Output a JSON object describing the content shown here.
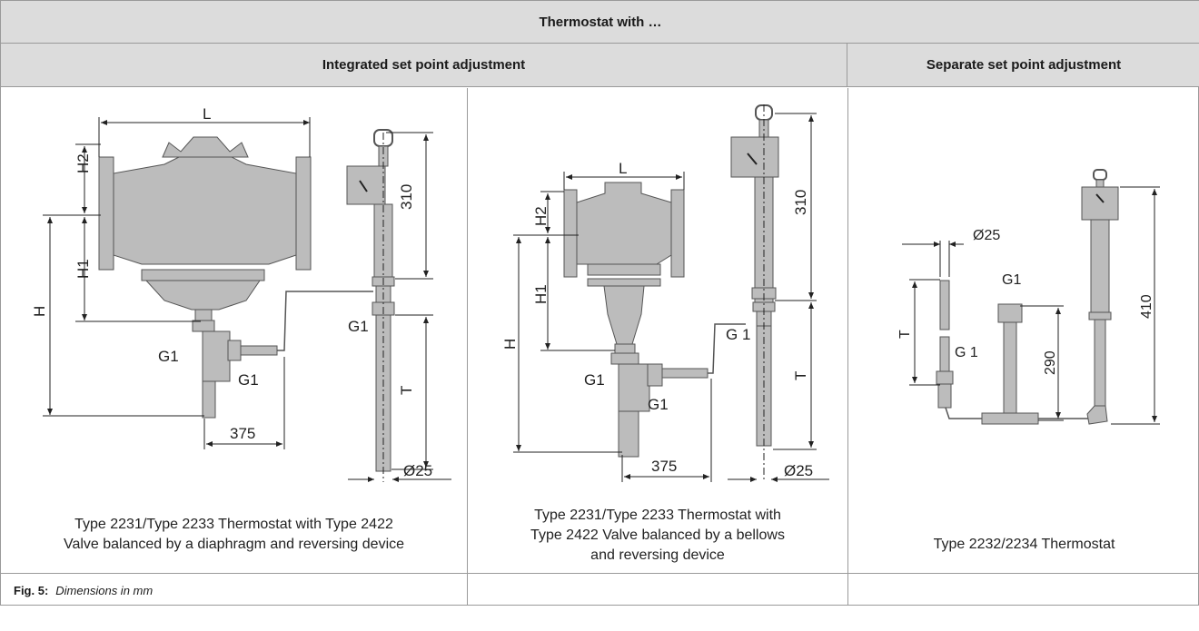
{
  "header": {
    "title": "Thermostat with …",
    "left_section": "Integrated set point adjustment",
    "right_section": "Separate set point adjustment"
  },
  "panel1": {
    "caption_line1": "Type 2231/Type 2233 Thermostat with Type 2422",
    "caption_line2": "Valve balanced by a diaphragm and reversing device",
    "dims": {
      "L": "L",
      "H2": "H2",
      "H1": "H1",
      "H": "H",
      "d310": "310",
      "T": "T",
      "d375": "375",
      "d25": "Ø25",
      "g1a": "G1",
      "g1b": "G1",
      "g1c": "G1"
    }
  },
  "panel2": {
    "caption_line1": "Type 2231/Type 2233 Thermostat with",
    "caption_line2": "Type 2422 Valve balanced by a bellows",
    "caption_line3": "and reversing device",
    "dims": {
      "L": "L",
      "H2": "H2",
      "H1": "H1",
      "H": "H",
      "d310": "310",
      "T": "T",
      "d375": "375",
      "d25": "Ø25",
      "g1a": "G1",
      "g1b": "G1",
      "g1c": "G 1"
    }
  },
  "panel3": {
    "caption": "Type 2232/2234 Thermostat",
    "dims": {
      "d25": "Ø25",
      "T": "T",
      "g1a": "G1",
      "g1b": "G 1",
      "d290": "290",
      "d410": "410"
    }
  },
  "figure": {
    "label": "Fig. 5:",
    "text": "Dimensions in mm"
  },
  "colors": {
    "header_bg": "#dcdcdc",
    "grid": "#9a9a9a",
    "drawing_fill": "#bcbcbc"
  }
}
